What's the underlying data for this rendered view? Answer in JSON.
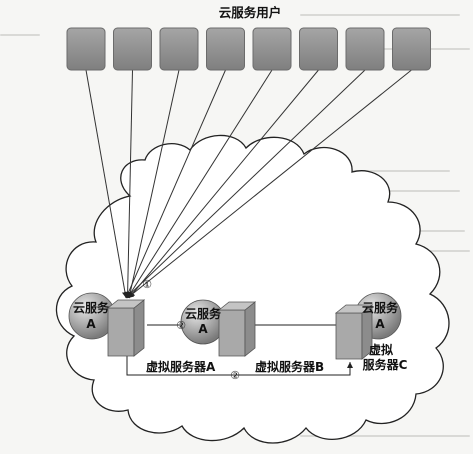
{
  "diagram": {
    "users_title": "云服务用户",
    "user_count": 8,
    "service_label_line1": "云服务",
    "service_label_line2": "A",
    "service_label_line1_c": "云服务",
    "service_label_line2_c": "A",
    "server_a_label": "虚拟服务器A",
    "server_b_label": "虚拟服务器B",
    "server_c_label_line1": "虚拟",
    "server_c_label_line2": "服务器C",
    "marker_1": "①",
    "marker_2": "②",
    "colors": {
      "user_box": "#8f8f8f",
      "user_box_edge": "#6b6b6b",
      "sphere_light": "#e8e8e8",
      "sphere_dark": "#7a7a7a",
      "server_face": "#a9a9a9",
      "cloud_stroke": "#222222",
      "line": "#333333"
    }
  }
}
